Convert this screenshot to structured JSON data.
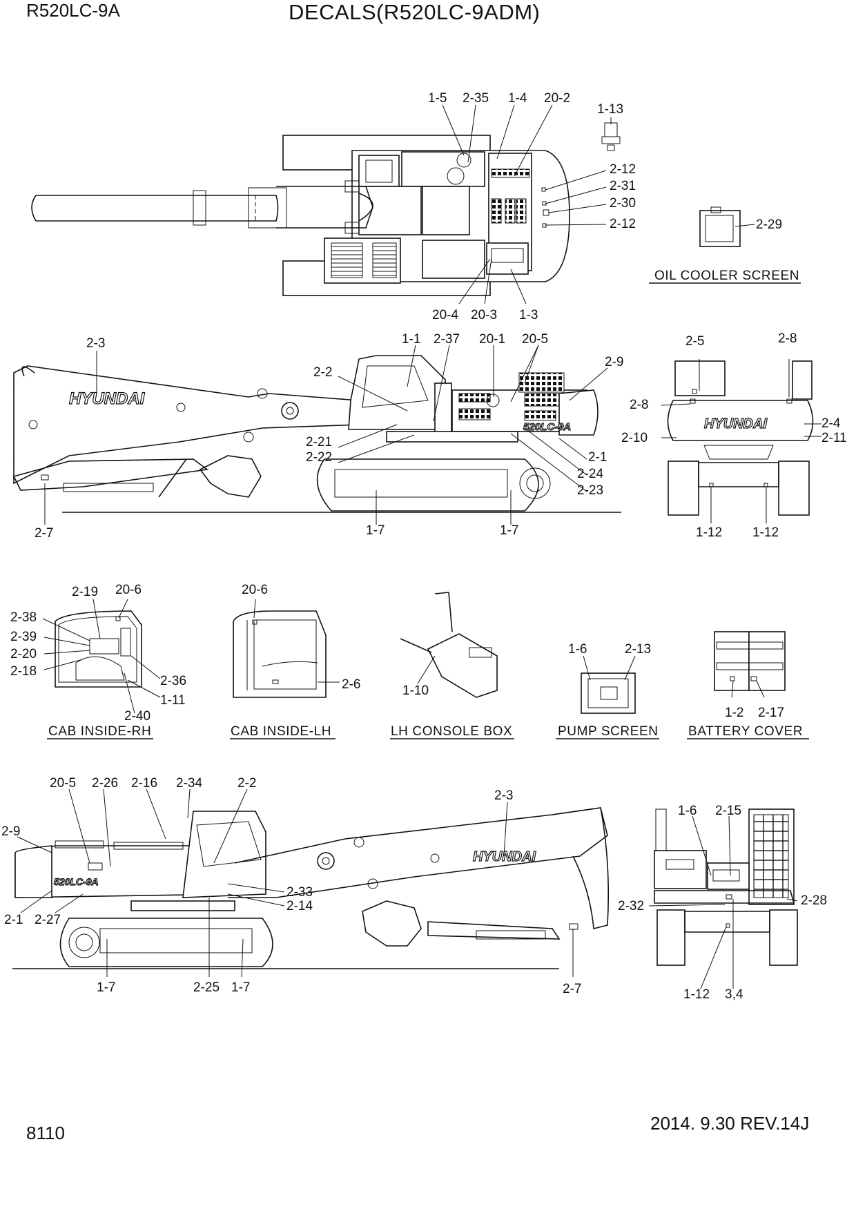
{
  "header": {
    "model": "R520LC-9A",
    "title": "DECALS(R520LC-9ADM)"
  },
  "footer": {
    "page_number": "8110",
    "revision": "2014. 9.30  REV.14J"
  },
  "brand": "HYUNDAI",
  "model_badge": "520LC-9A",
  "captions": {
    "oil_cooler_screen": "OIL COOLER SCREEN",
    "cab_inside_rh": "CAB INSIDE-RH",
    "cab_inside_lh": "CAB INSIDE-LH",
    "lh_console_box": "LH CONSOLE BOX",
    "pump_screen": "PUMP SCREEN",
    "battery_cover": "BATTERY COVER"
  },
  "callouts": {
    "top": [
      "1-5",
      "2-35",
      "1-4",
      "20-2",
      "1-13",
      "2-12",
      "2-31",
      "2-30",
      "2-12",
      "2-29",
      "20-4",
      "20-3",
      "1-3"
    ],
    "side_rh": [
      "2-3",
      "1-1",
      "2-37",
      "20-1",
      "20-5",
      "2-9",
      "2-2",
      "2-21",
      "2-22",
      "2-1",
      "2-24",
      "2-23",
      "2-7",
      "1-7",
      "1-7"
    ],
    "rear": [
      "2-5",
      "2-8",
      "2-8",
      "2-4",
      "2-10",
      "2-11",
      "1-12",
      "1-12"
    ],
    "cab_rh": [
      "2-19",
      "20-6",
      "2-38",
      "2-39",
      "2-20",
      "2-18",
      "2-36",
      "2-40",
      "1-11"
    ],
    "cab_lh": [
      "20-6",
      "2-6"
    ],
    "console": [
      "1-10"
    ],
    "pump": [
      "1-6",
      "2-13"
    ],
    "battery": [
      "1-2",
      "2-17"
    ],
    "side_lh": [
      "20-5",
      "2-26",
      "2-16",
      "2-34",
      "2-2",
      "2-3",
      "2-9",
      "2-33",
      "2-14",
      "2-1",
      "2-27",
      "1-7",
      "2-25",
      "1-7",
      "2-7"
    ],
    "front": [
      "1-6",
      "2-15",
      "2-32",
      "2-28",
      "1-12",
      "3,4"
    ]
  }
}
